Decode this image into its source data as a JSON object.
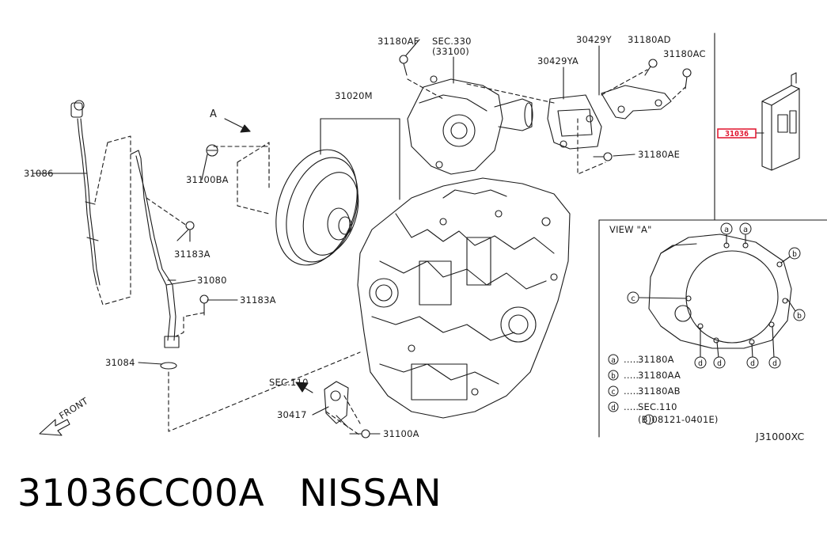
{
  "labels": {
    "p31180AF": "31180AF",
    "sec330": "SEC.330",
    "sec330sub": "(33100)",
    "p30429Y": "30429Y",
    "p31180AD": "31180AD",
    "p31180AC": "31180AC",
    "p30429YA": "30429YA",
    "p31020M": "31020M",
    "arrowA": "A",
    "p31086": "31086",
    "p31100BA": "31100BA",
    "p31180AE": "31180AE",
    "p31183A_1": "31183A",
    "p31080": "31080",
    "p31183A_2": "31183A",
    "p31084": "31084",
    "sec110": "SEC.110",
    "p30417": "30417",
    "p31100A": "31100A",
    "front": "FRONT",
    "highlight": "31036",
    "view": "VIEW \"A\"",
    "diagram_code": "J31000XC"
  },
  "legend": [
    {
      "key": "a",
      "text": "31180A"
    },
    {
      "key": "b",
      "text": "31180AA"
    },
    {
      "key": "c",
      "text": "31180AB"
    },
    {
      "key": "d",
      "text": "SEC.110"
    },
    {
      "key": "",
      "text": "(B)08121-0401E)"
    }
  ],
  "callouts": {
    "a": "a",
    "b": "b",
    "c": "c",
    "d": "d"
  },
  "caption": {
    "part_number": "31036CC00A",
    "brand": "NISSAN"
  },
  "colors": {
    "highlight": "#e0102a",
    "ink": "#1a1a1a"
  }
}
